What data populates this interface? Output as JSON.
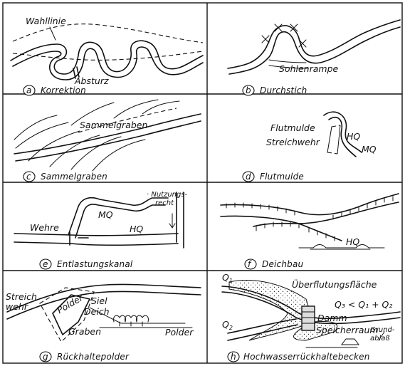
{
  "panels": {
    "a": {
      "letter": "a",
      "caption": "Korrektion",
      "labels": {
        "wahllinie": "Wahllinie",
        "absturz": "Absturz"
      }
    },
    "b": {
      "letter": "b",
      "caption": "Durchstich",
      "labels": {
        "sohlenrampe": "Sohlenrampe"
      }
    },
    "c": {
      "letter": "c",
      "caption": "Sammelgraben",
      "labels": {
        "sammelgraben": "Sammelgraben"
      }
    },
    "d": {
      "letter": "d",
      "caption": "Flutmulde",
      "labels": {
        "flutmulde": "Flutmulde",
        "streichwehr": "Streichwehr",
        "hq": "HQ",
        "mq": "MQ"
      }
    },
    "e": {
      "letter": "e",
      "caption": "Entlastungskanal",
      "labels": {
        "nutzungsrecht_1": "· Nutzungs-",
        "nutzungsrecht_2": "recht",
        "mq": "MQ",
        "wehre": "Wehre",
        "hq": "HQ"
      }
    },
    "f": {
      "letter": "f",
      "caption": "Deichbau",
      "labels": {
        "hq": "HQ"
      }
    },
    "g": {
      "letter": "g",
      "caption": "Rückhaltepolder",
      "labels": {
        "streich": "Streich",
        "wehr": "wehr",
        "polder_inner": "Polder",
        "siel": "Siel",
        "deich": "Deich",
        "graben": "Graben",
        "polder": "Polder"
      }
    },
    "h": {
      "letter": "h",
      "caption": "Hochwasserrückhaltebecken",
      "labels": {
        "q1": "Q",
        "q1_sub": "1",
        "q2": "Q",
        "q2_sub": "2",
        "ueberflutung": "Überflutungsfläche",
        "damm": "Damm",
        "formel": "Q₃ < Q₁ + Q₂",
        "speicherraum": "Speicherraum",
        "grund": "Grund-",
        "ablass": "ablaß"
      }
    }
  }
}
